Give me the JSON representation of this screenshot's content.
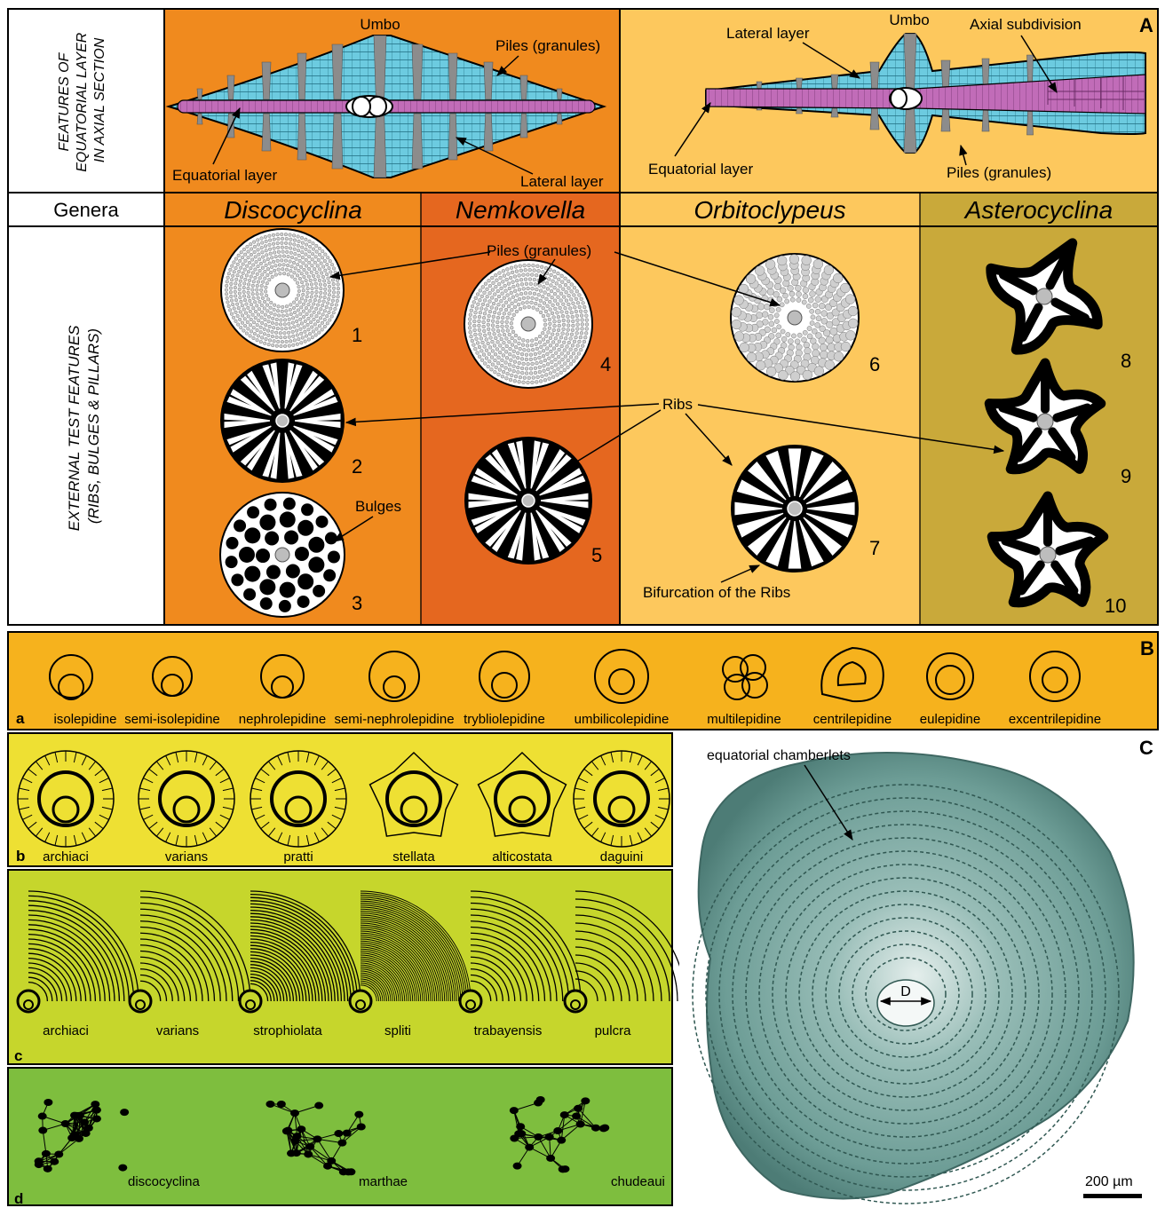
{
  "colors": {
    "orange": "#F08A1E",
    "darkOrange": "#E5671F",
    "lightOrange": "#FDC85D",
    "olive": "#C9A93A",
    "bBand": "#F6B21D",
    "bRow": "#EEE033",
    "cRow": "#C6D62C",
    "dRow": "#7EBE3E",
    "cyan": "#6CCBE0",
    "magenta": "#C16CB8",
    "grey": "#8C8C8C",
    "photoBg": "#6E9E98"
  },
  "panelA": {
    "letter": "A",
    "rowLabel1": [
      "FEATURES OF",
      "EQUATORIAL LAYER",
      "IN AXIAL SECTION"
    ],
    "rowLabel2": [
      "EXTERNAL TEST FEATURES",
      "(RIBS, BULGES & PILLARS)"
    ],
    "generaLabel": "Genera",
    "genera": [
      "Discocyclina",
      "Nemkovella",
      "Orbitoclypeus",
      "Asterocyclina"
    ],
    "left": {
      "umbo": "Umbo",
      "piles": "Piles (granules)",
      "equatorial": "Equatorial layer",
      "lateral": "Lateral layer"
    },
    "right": {
      "lateral": "Lateral layer",
      "umbo": "Umbo",
      "axial": "Axial subdivision",
      "equatorial": "Equatorial layer",
      "piles": "Piles (granules)"
    },
    "labels": {
      "piles": "Piles (granules)",
      "ribs": "Ribs",
      "bulges": "Bulges",
      "bifurcation": "Bifurcation of the Ribs"
    },
    "numbers": [
      "1",
      "2",
      "3",
      "4",
      "5",
      "6",
      "7",
      "8",
      "9",
      "10"
    ]
  },
  "panelB": {
    "letter": "B",
    "rowLetters": [
      "a",
      "b",
      "c",
      "d"
    ],
    "a": [
      "isolepidine",
      "semi-isolepidine",
      "nephrolepidine",
      "semi-nephrolepidine",
      "trybliolepidine",
      "umbilicolepidine",
      "multilepidine",
      "centrilepidine",
      "eulepidine",
      "excentrilepidine"
    ],
    "b": [
      "archiaci",
      "varians",
      "pratti",
      "stellata",
      "alticostata",
      "daguini"
    ],
    "c": [
      "archiaci",
      "varians",
      "strophiolata",
      "spliti",
      "trabayensis",
      "pulcra"
    ],
    "d": [
      "discocyclina",
      "marthae",
      "chudeaui"
    ]
  },
  "panelC": {
    "letter": "C",
    "label": "equatorial chamberlets",
    "d": "D",
    "scale": "200 µm"
  }
}
